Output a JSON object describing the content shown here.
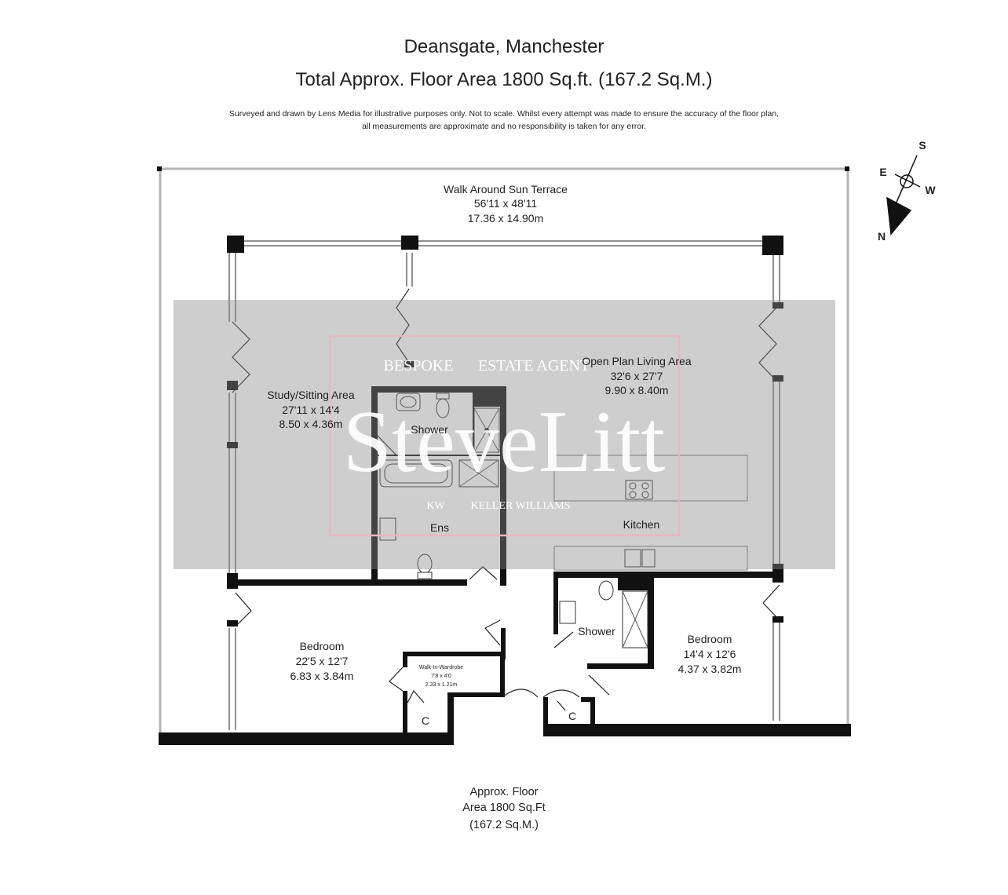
{
  "header": {
    "title": "Deansgate, Manchester",
    "subtitle": "Total Approx. Floor Area 1800 Sq.ft. (167.2 Sq.M.)",
    "disclaimer_line1": "Surveyed and drawn by Lens Media for illustrative purposes only. Not to scale. Whilst every attempt was made to ensure the accuracy of the floor plan,",
    "disclaimer_line2": "all measurements are approximate and no responsibility is taken for any error."
  },
  "compass": {
    "s": "S",
    "e": "E",
    "w": "W",
    "n": "N"
  },
  "rooms": {
    "terrace": {
      "name": "Walk Around Sun Terrace",
      "imperial": "56'11 x 48'11",
      "metric": "17.36 x 14.90m"
    },
    "living": {
      "name": "Open Plan Living Area",
      "imperial": "32'6 x 27'7",
      "metric": "9.90 x 8.40m"
    },
    "study": {
      "name": "Study/Sitting Area",
      "imperial": "27'11 x 14'4",
      "metric": "8.50 x 4.36m"
    },
    "shower1": {
      "name": "Shower"
    },
    "ensuite": {
      "name": "Ens"
    },
    "kitchen": {
      "name": "Kitchen"
    },
    "bedroom1": {
      "name": "Bedroom",
      "imperial": "22'5 x 12'7",
      "metric": "6.83 x 3.84m"
    },
    "wardrobe": {
      "name": "Walk-In-Wardrobe",
      "imperial": "7'8 x 4'0",
      "metric": "2.33 x 1.21m"
    },
    "cupboard1": {
      "name": "C"
    },
    "cupboard2": {
      "name": "C"
    },
    "shower2": {
      "name": "Shower"
    },
    "bedroom2": {
      "name": "Bedroom",
      "imperial": "14'4 x 12'6",
      "metric": "4.37 x 3.82m"
    }
  },
  "watermark": {
    "tagline_light": "BESPOKE",
    "tagline_bold": "ESTATE AGENT",
    "brand": "SteveLitt",
    "kw": "KW",
    "partner": "KELLER WILLIAMS",
    "brand_color": "#e8b8c0"
  },
  "footer": {
    "line1": "Approx. Floor",
    "line2": "Area 1800 Sq.Ft",
    "line3": "(167.2 Sq.M.)"
  }
}
